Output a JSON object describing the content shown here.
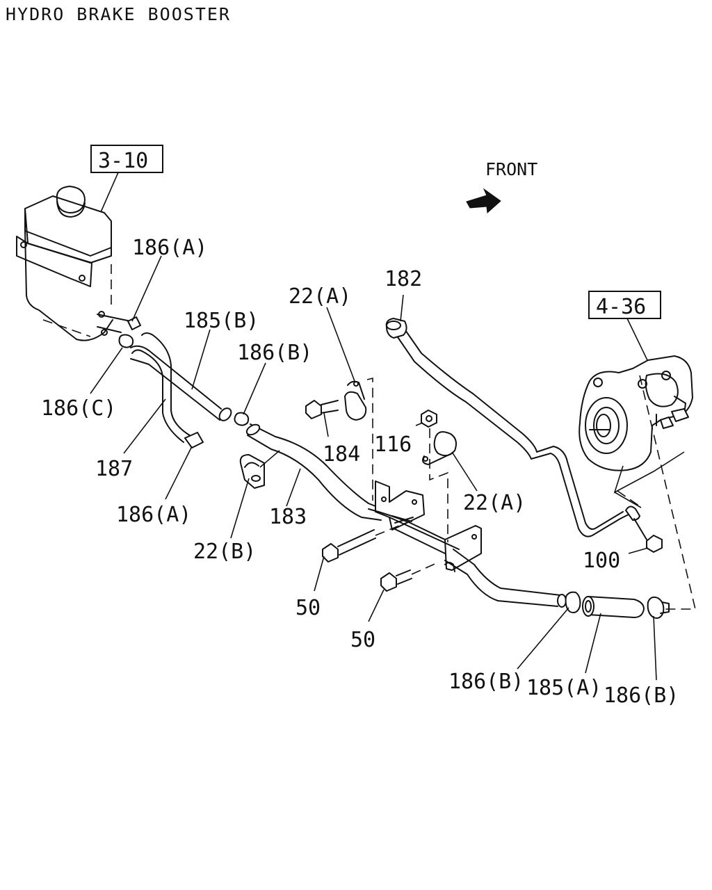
{
  "title": "HYDRO BRAKE BOOSTER",
  "direction": "FRONT",
  "refs": {
    "reservoir": "3-10",
    "booster": "4-36"
  },
  "labels": {
    "l186a_top": "186(A)",
    "l185b": "185(B)",
    "l186b_mid": "186(B)",
    "l22a_top": "22(A)",
    "l182": "182",
    "l186c": "186(C)",
    "l187": "187",
    "l186a_bot": "186(A)",
    "l184": "184",
    "l116": "116",
    "l22a_right": "22(A)",
    "l183": "183",
    "l22b": "22(B)",
    "l50_a": "50",
    "l50_b": "50",
    "l100": "100",
    "l186b_left": "186(B)",
    "l185a": "185(A)",
    "l186b_right": "186(B)"
  }
}
